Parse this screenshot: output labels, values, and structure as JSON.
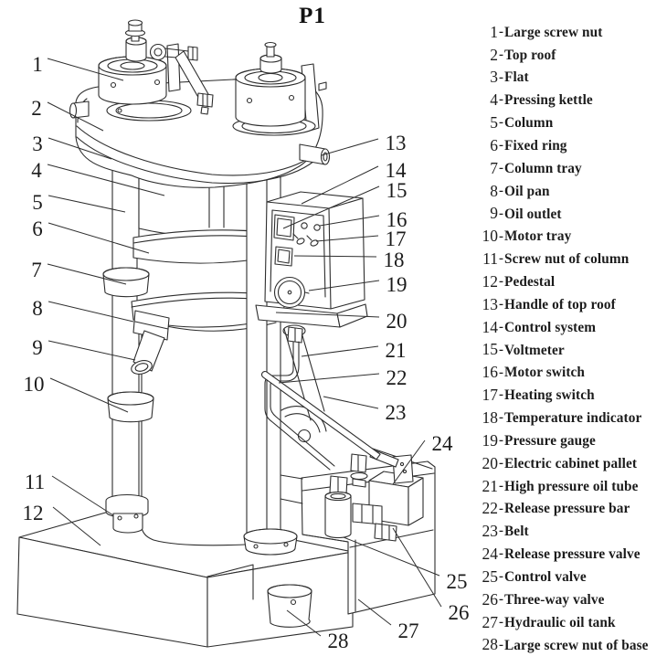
{
  "title": "P1",
  "colors": {
    "ink": "#2d2d2d",
    "background": "#ffffff",
    "text": "#1c1c1c"
  },
  "legend": {
    "separator": "-",
    "items": [
      {
        "num": "1",
        "name": "Large screw nut"
      },
      {
        "num": "2",
        "name": "Top roof"
      },
      {
        "num": "3",
        "name": "Flat"
      },
      {
        "num": "4",
        "name": "Pressing kettle"
      },
      {
        "num": "5",
        "name": "Column"
      },
      {
        "num": "6",
        "name": "Fixed ring"
      },
      {
        "num": "7",
        "name": "Column tray"
      },
      {
        "num": "8",
        "name": "Oil pan"
      },
      {
        "num": "9",
        "name": "Oil outlet"
      },
      {
        "num": "10",
        "name": "Motor tray"
      },
      {
        "num": "11",
        "name": "Screw nut of column"
      },
      {
        "num": "12",
        "name": "Pedestal"
      },
      {
        "num": "13",
        "name": "Handle of top roof"
      },
      {
        "num": "14",
        "name": "Control system"
      },
      {
        "num": "15",
        "name": "Voltmeter"
      },
      {
        "num": "16",
        "name": "Motor switch"
      },
      {
        "num": "17",
        "name": "Heating switch"
      },
      {
        "num": "18",
        "name": "Temperature indicator"
      },
      {
        "num": "19",
        "name": "Pressure gauge"
      },
      {
        "num": "20",
        "name": "Electric cabinet pallet"
      },
      {
        "num": "21",
        "name": "High pressure oil tube"
      },
      {
        "num": "22",
        "name": "Release pressure bar"
      },
      {
        "num": "23",
        "name": "Belt"
      },
      {
        "num": "24",
        "name": "Release pressure valve"
      },
      {
        "num": "25",
        "name": "Control valve"
      },
      {
        "num": "26",
        "name": "Three-way valve"
      },
      {
        "num": "27",
        "name": "Hydraulic oil tank"
      },
      {
        "num": "28",
        "name": "Large screw nut of base"
      }
    ]
  },
  "callouts": [
    "1",
    "2",
    "3",
    "4",
    "5",
    "6",
    "7",
    "8",
    "9",
    "10",
    "11",
    "12",
    "13",
    "14",
    "15",
    "16",
    "17",
    "18",
    "19",
    "20",
    "21",
    "22",
    "23",
    "24",
    "25",
    "26",
    "27",
    "28"
  ]
}
